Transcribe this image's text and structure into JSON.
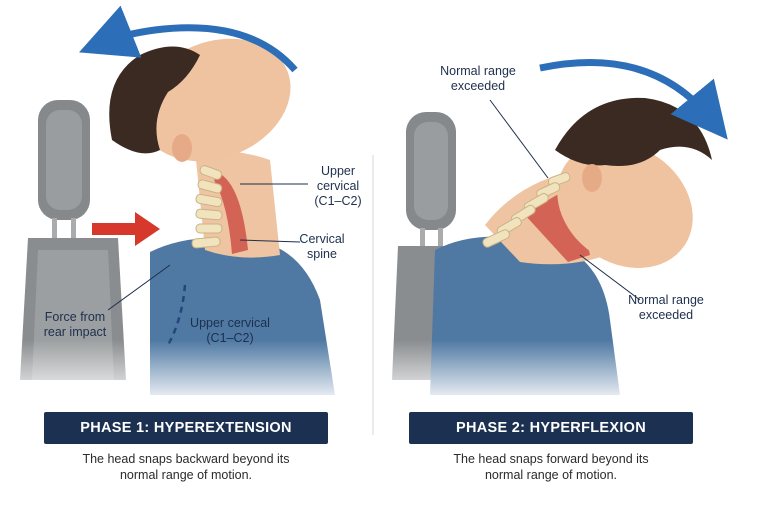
{
  "left_panel": {
    "callout_upper_cervical_line1": "Upper",
    "callout_upper_cervical_line2": "cervical",
    "callout_upper_cervical_line3": "(C1–C2)",
    "callout_cervical_spine_line1": "Cervical",
    "callout_cervical_spine_line2": "spine",
    "force_line1": "Force from",
    "force_line2": "rear impact",
    "inner_upper_cervical_line1": "Upper cervical",
    "inner_upper_cervical_line2": "(C1–C2)",
    "banner": "PHASE 1: HYPEREXTENSION",
    "desc_line1": "The head snaps backward beyond its",
    "desc_line2": "normal range of motion."
  },
  "right_panel": {
    "top_callout_line1": "Normal range",
    "top_callout_line2": "exceeded",
    "bottom_callout_line1": "Normal range",
    "bottom_callout_line2": "exceeded",
    "banner": "PHASE 2: HYPERFLEXION",
    "desc_line1": "The head snaps forward beyond its",
    "desc_line2": "normal range of motion."
  },
  "colors": {
    "arrow_blue": "#2c6fb8",
    "force_red": "#d6392b",
    "banner_navy": "#1c3152",
    "shirt_blue": "#4f79a3",
    "skin": "#f0c3a0",
    "hair": "#3b2a22",
    "seat_gray": "#8e9092"
  }
}
